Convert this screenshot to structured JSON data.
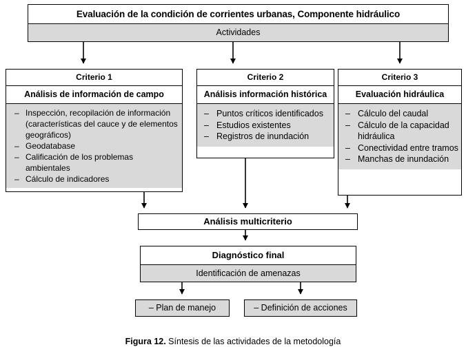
{
  "diagram": {
    "header": {
      "title": "Evaluación de la condición de corrientes urbanas, Componente hidráulico",
      "subtitle": "Actividades"
    },
    "criteria": [
      {
        "number": "Criterio 1",
        "title": "Análisis de información de campo",
        "items": [
          "Inspección, recopilación de información (características del cauce y de elementos geográficos)",
          "Geodatabase",
          "Calificación de los problemas ambientales",
          "Cálculo de indicadores"
        ]
      },
      {
        "number": "Criterio 2",
        "title": "Análisis información histórica",
        "items": [
          "Puntos críticos identificados",
          "Estudios existentes",
          "Registros de inundación"
        ]
      },
      {
        "number": "Criterio 3",
        "title": "Evaluación hidráulica",
        "items": [
          "Cálculo del caudal",
          "Cálculo de la capacidad hidráulica",
          "Conectividad entre tramos",
          "Manchas de inundación"
        ]
      }
    ],
    "analysis": {
      "label": "Análisis multicriterio"
    },
    "diagnosis": {
      "title": "Diagnóstico  final",
      "subtitle": "Identificación de amenazas"
    },
    "outcomes": [
      "– Plan de manejo",
      "– Definición de acciones"
    ],
    "caption": {
      "figure_label": "Figura 12.",
      "text": " Síntesis de las actividades de la metodología"
    },
    "colors": {
      "shade": "#d9d9d9",
      "line": "#000000",
      "background": "#ffffff"
    }
  }
}
